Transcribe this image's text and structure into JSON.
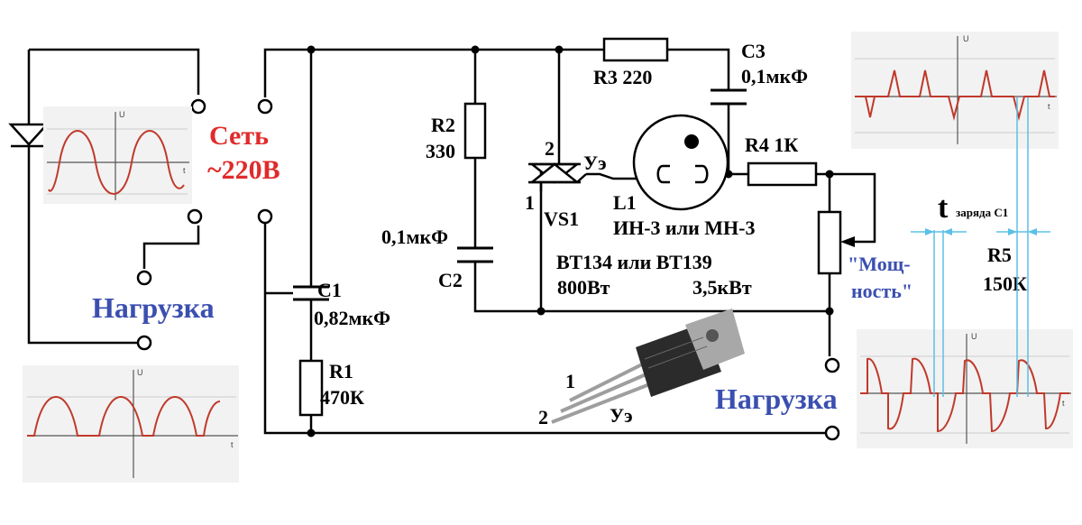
{
  "labels": {
    "network": "Сеть",
    "network_voltage": "~220В",
    "load": "Нагрузка",
    "r1": "R1",
    "r1_value": "470К",
    "r2": "R2",
    "r2_value": "330",
    "r3": "R3  220",
    "r4": "R4 1К",
    "r5": "R5",
    "r5_value": "150К",
    "c1": "C1",
    "c1_value": "0,82мкФ",
    "c2": "C2",
    "c2_value": "0,1мкФ",
    "c3": "C3",
    "c3_value": "0,1мкФ",
    "vs1": "VS1",
    "pin1": "1",
    "pin2": "2",
    "gate": "Уэ",
    "l1": "L1",
    "l1_type": "ИН-3 или МН-3",
    "triac_types": "ВТ134 или ВТ139",
    "power_low": "800Вт",
    "power_high": "3,5кВт",
    "pot_line1": "\"Мощ-",
    "pot_line2": "ность\"",
    "t_symbol": "t",
    "t_caption": "заряда C1",
    "axis_u": "U",
    "axis_t": "t"
  },
  "colors": {
    "network": "#e02b2b",
    "load": "#3b4fb0",
    "waveform": "#c0392b",
    "marker": "#5bc0e6"
  },
  "icons": [
    "diode-icon",
    "triac-icon",
    "neon-lamp-icon",
    "triac-package-icon"
  ]
}
